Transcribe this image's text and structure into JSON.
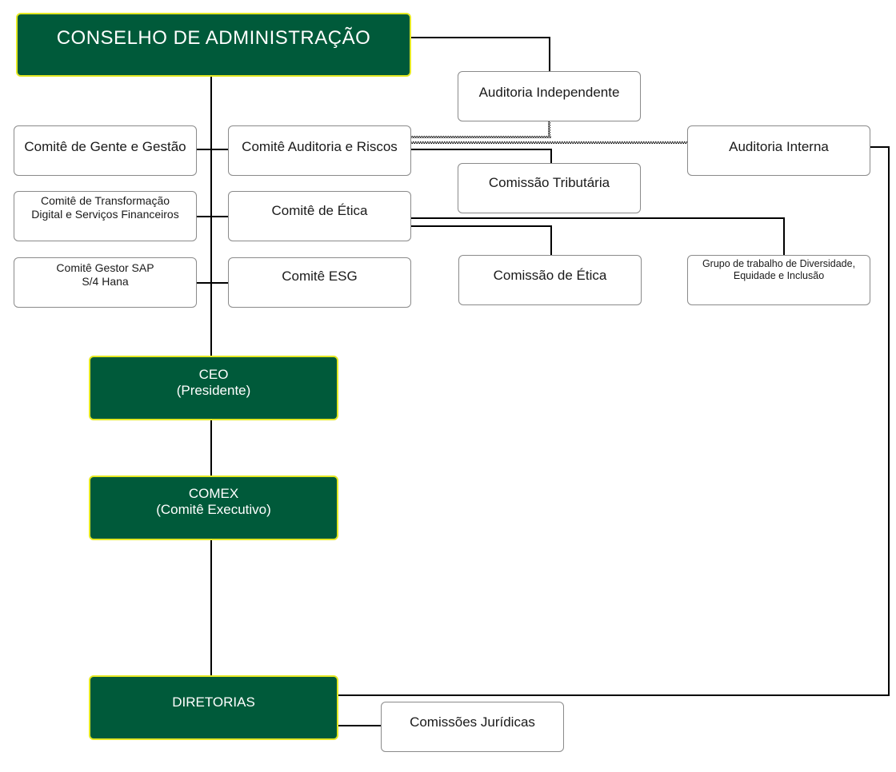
{
  "colors": {
    "green_fill": "#005a3a",
    "green_border": "#e4e823",
    "box_border": "#8a8a8a",
    "line": "#000000"
  },
  "nodes": {
    "conselho": {
      "label": "CONSELHO DE ADMINISTRAÇÃO"
    },
    "auditoria_independente": {
      "label": "Auditoria Independente"
    },
    "comite_gente_gestao": {
      "label": "Comitê de Gente e Gestão"
    },
    "comite_auditoria_riscos": {
      "label": "Comitê Auditoria e Riscos"
    },
    "auditoria_interna": {
      "label": "Auditoria Interna"
    },
    "comissao_tributaria": {
      "label": "Comissão Tributária"
    },
    "comite_transformacao": {
      "line1": "Comitê de Transformação",
      "line2": "Digital e Serviços Financeiros"
    },
    "comite_etica": {
      "label": "Comitê de Ética"
    },
    "comite_gestor_sap": {
      "line1": "Comitê Gestor SAP",
      "line2": "S/4 Hana"
    },
    "comite_esg": {
      "label": "Comitê ESG"
    },
    "comissao_etica": {
      "label": "Comissão de Ética"
    },
    "grupo_diversidade": {
      "line1": "Grupo de trabalho de Diversidade,",
      "line2": "Equidade e Inclusão"
    },
    "ceo": {
      "line1": "CEO",
      "line2": "(Presidente)"
    },
    "comex": {
      "line1": "COMEX",
      "line2": "(Comitê Executivo)"
    },
    "diretorias": {
      "label": "DIRETORIAS"
    },
    "comissoes_juridicas": {
      "label": "Comissões Jurídicas"
    }
  }
}
